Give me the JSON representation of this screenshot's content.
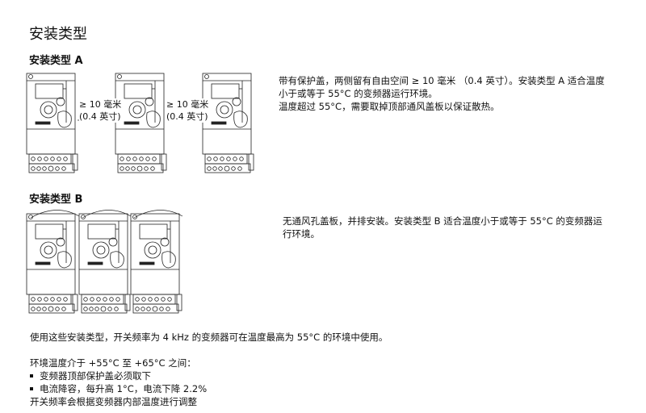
{
  "title": "安装类型",
  "type_a": {
    "heading": "安装类型 A",
    "clearance_line1": "≥ 10 毫米",
    "clearance_line2": "(0.4 英寸)",
    "desc_line1": "带有保护盖，两侧留有自由空间 ≥ 10 毫米 （0.4 英寸）。安装类型 A 适合温度",
    "desc_line2": "小于或等于 55°C 的变频器运行环境。",
    "desc_line3": "温度超过 55°C，需要取掉顶部通风盖板以保证散热。"
  },
  "type_b": {
    "heading": "安装类型 B",
    "desc_line1": "无通风孔盖板，并排安装。安装类型 B 适合温度小于或等于 55°C 的变频器运",
    "desc_line2": "行环境。"
  },
  "usage": "使用这些安装类型，开关频率为 4 kHz 的变频器可在温度最高为 55°C 的环境中使用。",
  "derating": {
    "intro": "环境温度介于 +55°C 至 +65°C 之间：",
    "bullets": [
      "变频器顶部保护盖必须取下",
      "电流降容，每升高 1°C，电流下降 2.2%"
    ],
    "note": "开关频率会根据变频器内部温度进行调整"
  }
}
